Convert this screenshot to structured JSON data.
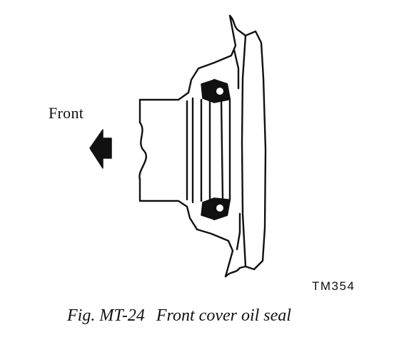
{
  "figure": {
    "direction_label": "Front",
    "drawing_code": "TM354",
    "caption_number": "Fig. MT-24",
    "caption_title": "Front cover oil seal"
  },
  "colors": {
    "ink": "#111111",
    "paper": "#ffffff"
  },
  "icons": {
    "direction": "arrow-left-icon"
  }
}
